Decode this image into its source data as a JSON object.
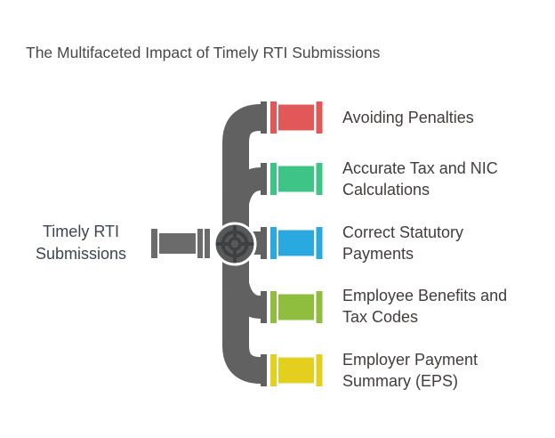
{
  "title": "The Multifaceted Impact of Timely RTI Submissions",
  "center_node": {
    "lines": [
      "Timely RTI",
      "Submissions"
    ]
  },
  "branches": [
    {
      "lines": [
        "Avoiding Penalties"
      ],
      "color": "#e25858"
    },
    {
      "lines": [
        "Accurate Tax and NIC",
        "Calculations"
      ],
      "color": "#3ec487"
    },
    {
      "lines": [
        "Correct Statutory",
        "Payments"
      ],
      "color": "#2aa9e0"
    },
    {
      "lines": [
        "Employee Benefits and",
        "Tax Codes"
      ],
      "color": "#8fbe3f"
    },
    {
      "lines": [
        "Employer Payment",
        "Summary (EPS)"
      ],
      "color": "#e3cf1e"
    }
  ],
  "colors": {
    "background": "#ffffff",
    "pipe_gray": "#616161",
    "input_pipe_gray": "#6b6b6b",
    "hub_gray": "#58595b",
    "hub_detail": "#3f4042",
    "hub_ring": "#ffffff",
    "title_text": "#4a474b",
    "branch_text": "#423d3b",
    "center_text": "#3c4650"
  }
}
